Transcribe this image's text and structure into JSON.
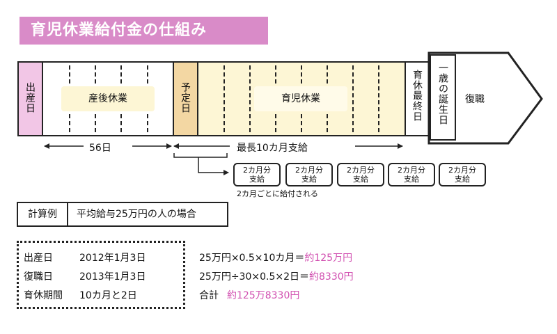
{
  "title": "育児休業給付金の仕組み",
  "timeline": {
    "birth": "出産日",
    "postpartum": "産後休業",
    "due": "予定日",
    "childcare": "育児休業",
    "leave_end": "育休最終日",
    "birthday": "一歳の誕生日",
    "return": "復職"
  },
  "spans": {
    "days56": "56日",
    "max10": "最長10カ月支給"
  },
  "payments": {
    "items": [
      [
        "2カ月分",
        "支給"
      ],
      [
        "2カ月分",
        "支給"
      ],
      [
        "2カ月分",
        "支給"
      ],
      [
        "2カ月分",
        "支給"
      ],
      [
        "2カ月分",
        "支給"
      ]
    ],
    "note": "2カ月ごとに給付される"
  },
  "example": {
    "label": "計算例",
    "desc": "平均給与25万円の人の場合"
  },
  "facts": [
    {
      "label": "出産日",
      "value": "2012年1月3日"
    },
    {
      "label": "復職日",
      "value": "2013年1月3日"
    },
    {
      "label": "育休期間",
      "value": "10カ月と2日"
    }
  ],
  "calc": [
    {
      "expr": "25万円×0.5×10カ月＝",
      "result": "約125万円"
    },
    {
      "expr": "25万円÷30×0.5×2日＝",
      "result": "約8330円"
    },
    {
      "expr": "合計",
      "result": "約125万8330円"
    }
  ],
  "colors": {
    "title_bg": "#d98bc8",
    "birth": "#f2c6e6",
    "due": "#f3d7a3",
    "childcare": "#fdf6d5",
    "highlight": "#d14fb0"
  }
}
